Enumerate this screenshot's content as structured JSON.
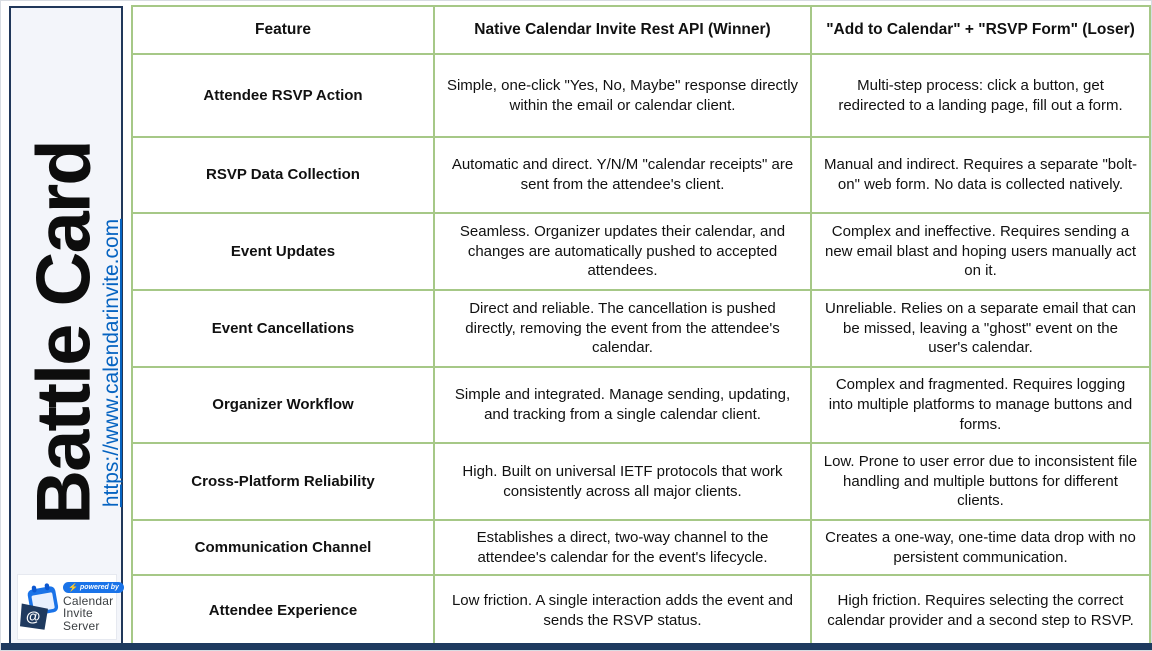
{
  "sidebar": {
    "title": "Battle Card",
    "url": "https://www.calendarinvite.com",
    "logo": {
      "powered_by": "powered by",
      "brand_lines": [
        "Calendar",
        "Invite",
        "Server"
      ]
    }
  },
  "table": {
    "headers": [
      "Feature",
      "Native Calendar Invite Rest API (Winner)",
      "\"Add to Calendar\" + \"RSVP Form\" (Loser)"
    ],
    "rows": [
      {
        "feature": "Attendee RSVP Action",
        "winner": "Simple, one-click \"Yes, No, Maybe\" response directly within the email or calendar client.",
        "loser": "Multi-step process: click a button, get redirected to a landing page, fill out a form."
      },
      {
        "feature": "RSVP Data Collection",
        "winner": "Automatic and direct. Y/N/M \"calendar receipts\" are sent from the attendee's client.",
        "loser": "Manual and indirect. Requires a separate \"bolt-on\" web form. No data is collected natively."
      },
      {
        "feature": "Event Updates",
        "winner": "Seamless. Organizer updates their calendar, and changes are automatically pushed to accepted attendees.",
        "loser": "Complex and ineffective. Requires sending a new email blast and hoping users manually act on it."
      },
      {
        "feature": "Event Cancellations",
        "winner": "Direct and reliable. The cancellation is pushed directly, removing the event from the attendee's calendar.",
        "loser": "Unreliable. Relies on a separate email that can be missed, leaving a \"ghost\" event on the user's calendar."
      },
      {
        "feature": "Organizer Workflow",
        "winner": "Simple and integrated. Manage sending, updating, and tracking from a single calendar client.",
        "loser": "Complex and fragmented. Requires logging into multiple platforms to manage buttons and forms."
      },
      {
        "feature": "Cross-Platform Reliability",
        "winner": "High. Built on universal IETF protocols that work consistently across all major clients.",
        "loser": "Low. Prone to user error due to inconsistent file handling and multiple buttons for different clients."
      },
      {
        "feature": "Communication Channel",
        "winner": "Establishes a direct, two-way channel to the attendee's calendar for the event's lifecycle.",
        "loser": "Creates a one-way, one-time data drop with no persistent communication."
      },
      {
        "feature": "Attendee Experience",
        "winner": "Low friction. A single interaction adds the event and sends the RSVP status.",
        "loser": "High friction. Requires selecting the correct calendar provider and a second step to RSVP."
      }
    ]
  },
  "colors": {
    "table_border": "#a6c887",
    "sidebar_bg": "#f3f5fa",
    "navy": "#1e3a5f",
    "link_blue": "#0563c1",
    "logo_blue": "#1a73e8"
  }
}
